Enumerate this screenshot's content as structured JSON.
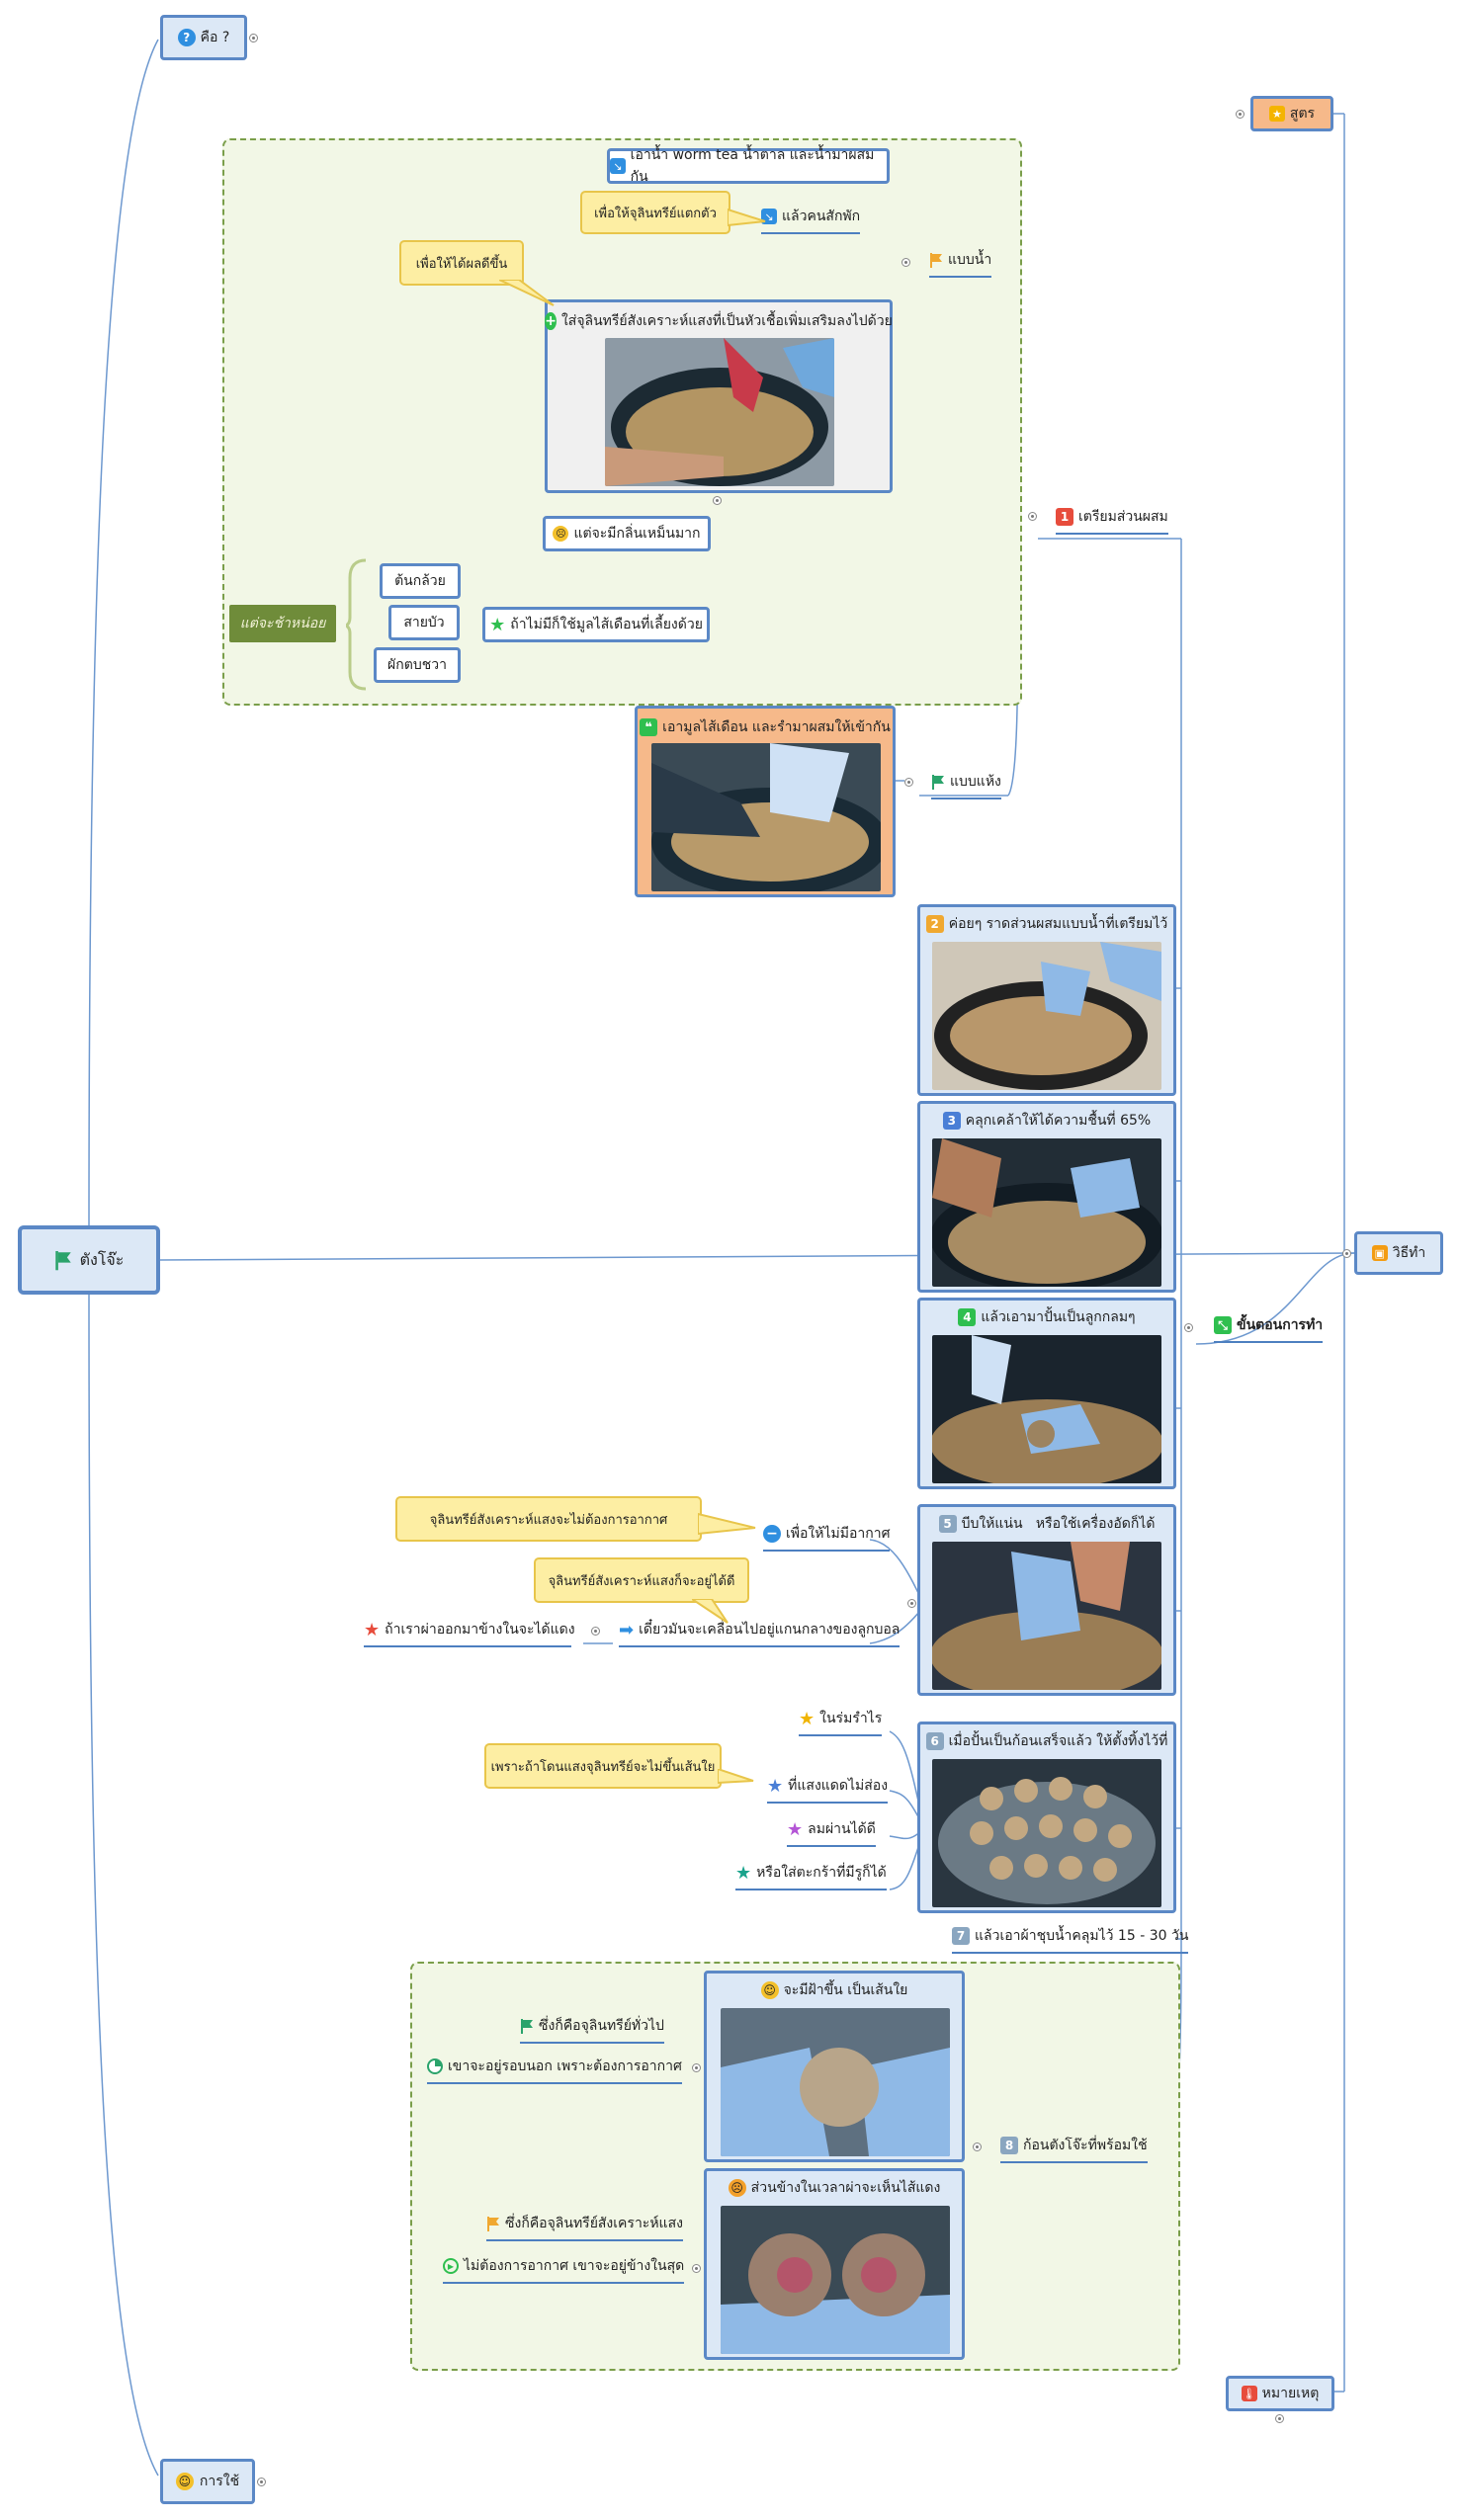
{
  "central": {
    "label": "ตังโจ๊ะ",
    "flag_color": "#2aa36b"
  },
  "left_topics": {
    "what": "คือ ?",
    "use": "การใช้"
  },
  "right_topics": {
    "formula": "สูตร",
    "method": "วิธีทำ",
    "note": "หมายเหตุ"
  },
  "steps_header": "ขั้นตอนการทำ",
  "mix": {
    "title": "เตรียมส่วนผสม",
    "number": "1",
    "wet": {
      "label": "แบบน้ำ",
      "n1": "เอาน้ำ worm tea น้ำตาล และน้ำมาผสมกัน",
      "n2": "แล้วคนสักพัก",
      "n2_callout": "เพื่อให้จุลินทรีย์แตกตัว",
      "n3": "ใส่จุลินทรีย์สังเคราะห์แสงที่เป็นหัวเชื้อเพิ่มเสริมลงไปด้วย",
      "n3_callout": "เพื่อให้ได้ผลดีขึ้น",
      "n4": "แต่จะมีกลิ่นเหม็นมาก",
      "n5": "ถ้าไม่มีก็ใช้มูลไส้เดือนที่เลี้ยงด้วย",
      "veg": [
        "ต้นกล้วย",
        "สายบัว",
        "ผักตบชวา"
      ],
      "veg_tag": "แต่จะช้าหน่อย"
    },
    "dry": {
      "label": "แบบแห้ง",
      "n1": "เอามูลไส้เดือน และรำมาผสมให้เข้ากัน"
    }
  },
  "steps": [
    {
      "number": "2",
      "color": "#f0a830",
      "text": "ค่อยๆ ราดส่วนผสมแบบน้ำที่เตรียมไว้"
    },
    {
      "number": "3",
      "color": "#4a7fd6",
      "text": "คลุกเคล้าให้ได้ความชื้นที่ 65%"
    },
    {
      "number": "4",
      "color": "#2fbf4f",
      "text": "แล้วเอามาปั้นเป็นลูกกลมๆ"
    },
    {
      "number": "5",
      "color": "#8aa6c0",
      "text": "บีบให้แน่น   หรือใช้เครื่องอัดก็ได้"
    },
    {
      "number": "6",
      "color": "#8aa6c0",
      "text": "เมื่อปั้นเป็นก้อนเสร็จแล้ว ให้ตั้งทิ้งไว้ที่"
    },
    {
      "number": "7",
      "color": "#8aa6c0",
      "text": "แล้วเอาผ้าชุบน้ำคลุมไว้ 15 - 30 วัน"
    },
    {
      "number": "8",
      "color": "#8aa6c0",
      "text": "ก้อนตังโจ๊ะที่พร้อมใช้"
    }
  ],
  "step5_branch": {
    "a": "เพื่อให้ไม่มีอากาศ",
    "a_callout": "จุลินทรีย์สังเคราะห์แสงจะไม่ต้องการอากาศ",
    "b": "เดี๋ยวมันจะเคลื่อนไปอยู่แกนกลางของลูกบอล",
    "b_callout": "จุลินทรีย์สังเคราะห์แสงก็จะอยู่ได้ดี",
    "c": "ถ้าเราผ่าออกมาข้างในจะได้แดง"
  },
  "step6_branch": {
    "a": "ในร่มรำไร",
    "b": "ที่แสงแดดไม่ส่อง",
    "b_callout": "เพราะถ้าโดนแสงจุลินทรีย์จะไม่ขึ้นเส้นใย",
    "c": "ลมผ่านได้ดี",
    "d": "หรือใส่ตะกร้าที่มีรูก็ได้"
  },
  "step8_branch": {
    "top_title": "จะมีฝ้าขึ้น เป็นเส้นใย",
    "top_a": "ซึ่งก็คือจุลินทรีย์ทั่วไป",
    "top_b": "เขาจะอยู่รอบนอก เพราะต้องการอากาศ",
    "bottom_title": "ส่วนข้างในเวลาผ่าจะเห็นไส้แดง",
    "bottom_a": "ซึ่งก็คือจุลินทรีย์สังเคราะห์แสง",
    "bottom_b": "ไม่ต้องการอากาศ เขาจะอยู่ข้างในสุด"
  }
}
